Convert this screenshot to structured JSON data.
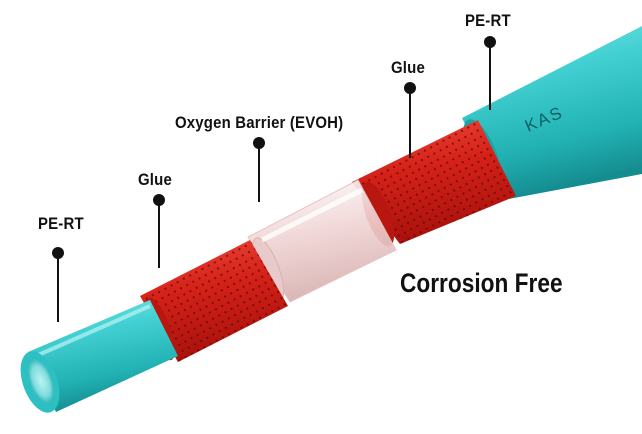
{
  "labels": {
    "pe_rt_left": "PE-RT",
    "glue_left": "Glue",
    "oxygen_barrier": "Oxygen Barrier (EVOH)",
    "glue_right": "Glue",
    "pe_rt_right": "PE-RT"
  },
  "brand_mark": "KAS",
  "callout": "Corrosion Free",
  "colors": {
    "pe_rt": "#3ecfd0",
    "glue": "#d8231d",
    "evoh": "#f1dcdc",
    "text": "#111111"
  }
}
